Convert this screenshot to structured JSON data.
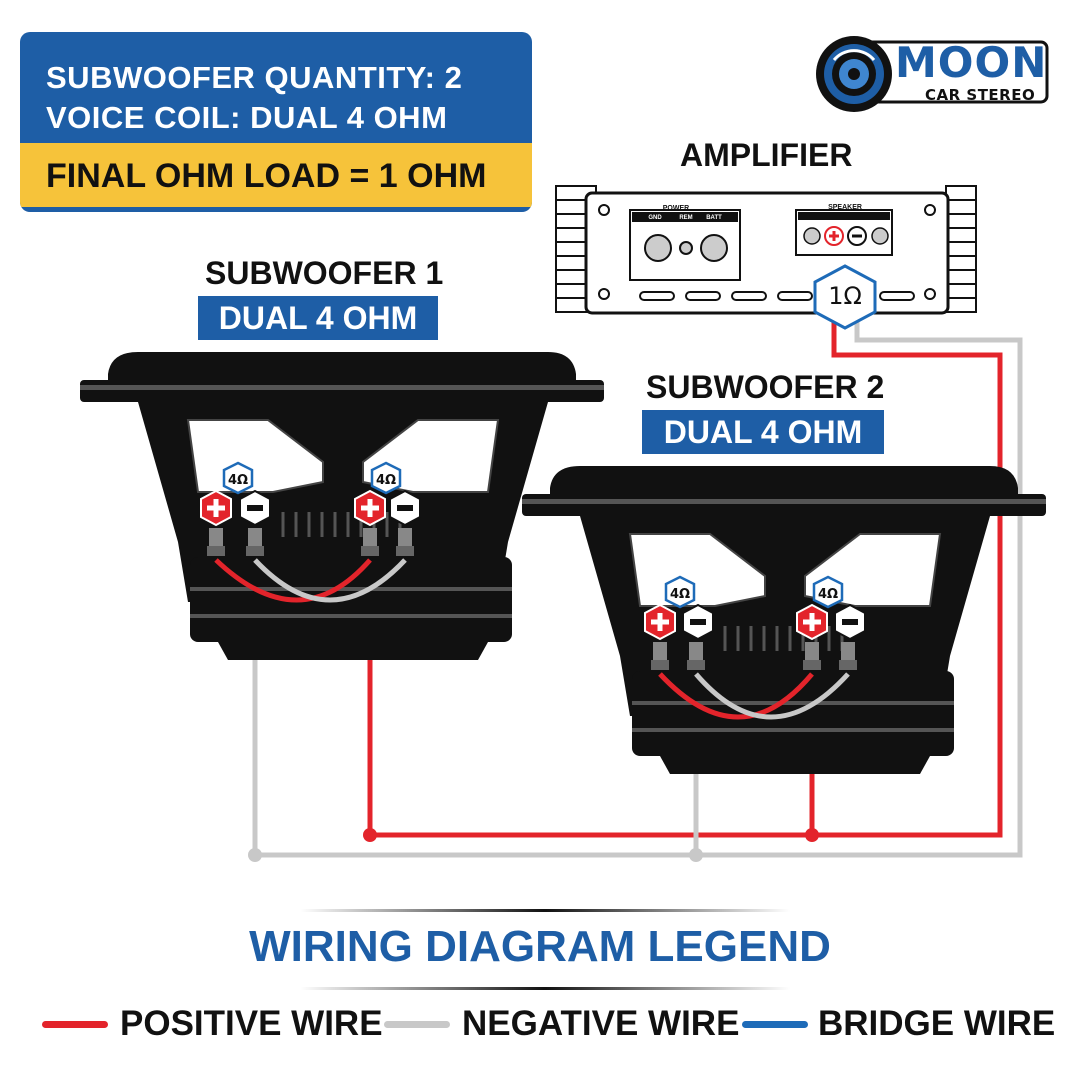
{
  "info": {
    "quantity": "SUBWOOFER QUANTITY: 2",
    "voice_coil": "VOICE COIL: DUAL 4 OHM",
    "final_load": "FINAL OHM LOAD = 1 OHM"
  },
  "brand": {
    "name": "MOON",
    "sub": "CAR STEREO"
  },
  "amplifier": {
    "title": "AMPLIFIER",
    "power_label": "POWER",
    "power_terms": [
      "GND",
      "REM",
      "BATT"
    ],
    "speaker_label": "SPEAKER",
    "load_badge": "1Ω"
  },
  "subwoofers": [
    {
      "title": "SUBWOOFER 1",
      "spec": "DUAL 4 OHM",
      "coil_badge": "4Ω"
    },
    {
      "title": "SUBWOOFER 2",
      "spec": "DUAL 4 OHM",
      "coil_badge": "4Ω"
    }
  ],
  "legend": {
    "title": "WIRING DIAGRAM LEGEND",
    "items": [
      {
        "label": "POSITIVE WIRE",
        "color": "#e3242b"
      },
      {
        "label": "NEGATIVE WIRE",
        "color": "#c8c8c8"
      },
      {
        "label": "BRIDGE WIRE",
        "color": "#1e6bb8"
      }
    ]
  },
  "colors": {
    "accent": "#1e5ea6",
    "highlight": "#f6c33a",
    "positive": "#e3242b",
    "negative": "#c8c8c8"
  }
}
